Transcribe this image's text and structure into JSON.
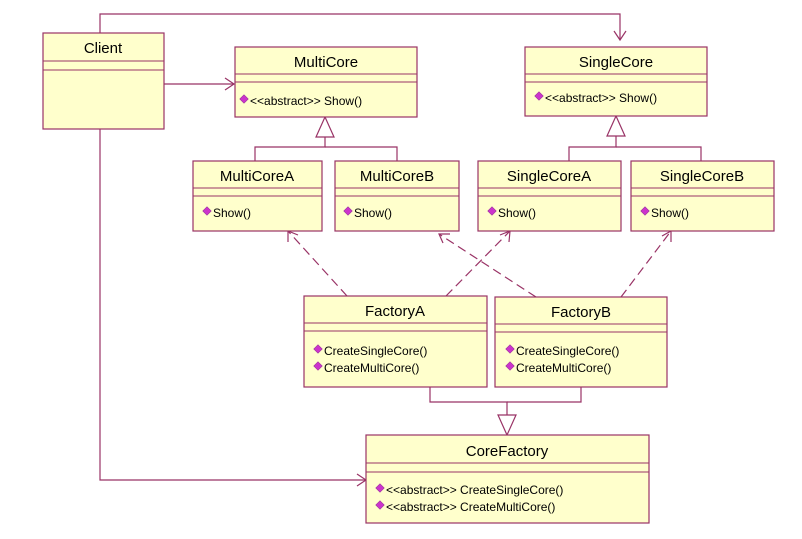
{
  "colors": {
    "fill": "#ffffcc",
    "stroke": "#993366",
    "marker": "#cc33cc"
  },
  "classes": {
    "client": {
      "name": "Client"
    },
    "multicore": {
      "name": "MultiCore",
      "ops": [
        "<<abstract>> Show()"
      ]
    },
    "singlecore": {
      "name": "SingleCore",
      "ops": [
        "<<abstract>> Show()"
      ]
    },
    "multicorea": {
      "name": "MultiCoreA",
      "ops": [
        "Show()"
      ]
    },
    "multicoreb": {
      "name": "MultiCoreB",
      "ops": [
        "Show()"
      ]
    },
    "singlecorea": {
      "name": "SingleCoreA",
      "ops": [
        "Show()"
      ]
    },
    "singlecoreb": {
      "name": "SingleCoreB",
      "ops": [
        "Show()"
      ]
    },
    "factorya": {
      "name": "FactoryA",
      "ops": [
        "CreateSingleCore()",
        "CreateMultiCore()"
      ]
    },
    "factoryb": {
      "name": "FactoryB",
      "ops": [
        "CreateSingleCore()",
        "CreateMultiCore()"
      ]
    },
    "corefactory": {
      "name": "CoreFactory",
      "ops": [
        "<<abstract>> CreateSingleCore()",
        "<<abstract>> CreateMultiCore()"
      ]
    }
  },
  "relations": [
    {
      "type": "association",
      "from": "client",
      "to": "multicore"
    },
    {
      "type": "association",
      "from": "client",
      "to": "singlecore"
    },
    {
      "type": "association",
      "from": "client",
      "to": "corefactory"
    },
    {
      "type": "generalization",
      "from": "multicorea",
      "to": "multicore"
    },
    {
      "type": "generalization",
      "from": "multicoreb",
      "to": "multicore"
    },
    {
      "type": "generalization",
      "from": "singlecorea",
      "to": "singlecore"
    },
    {
      "type": "generalization",
      "from": "singlecoreb",
      "to": "singlecore"
    },
    {
      "type": "generalization",
      "from": "factorya",
      "to": "corefactory"
    },
    {
      "type": "generalization",
      "from": "factoryb",
      "to": "corefactory"
    },
    {
      "type": "dependency",
      "from": "factorya",
      "to": "multicorea"
    },
    {
      "type": "dependency",
      "from": "factorya",
      "to": "singlecorea"
    },
    {
      "type": "dependency",
      "from": "factoryb",
      "to": "multicoreb"
    },
    {
      "type": "dependency",
      "from": "factoryb",
      "to": "singlecoreb"
    }
  ]
}
